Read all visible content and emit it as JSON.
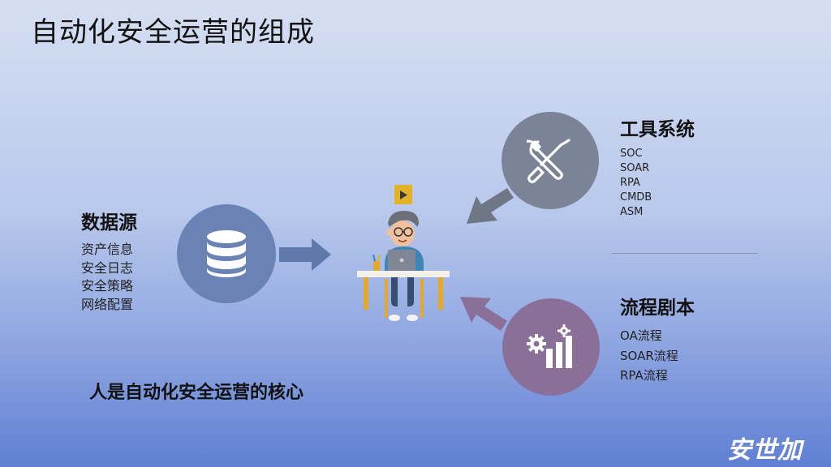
{
  "title": "自动化安全运营的组成",
  "data_source": {
    "heading": "数据源",
    "items": [
      "资产信息",
      "安全日志",
      "安全策略",
      "网络配置"
    ]
  },
  "tools": {
    "heading": "工具系统",
    "items": [
      "SOC",
      "SOAR",
      "RPA",
      "CMDB",
      "ASM"
    ]
  },
  "workflow": {
    "heading": "流程剧本",
    "items": [
      "OA流程",
      "SOAR流程",
      "RPA流程"
    ]
  },
  "slogan": "人是自动化安全运营的核心",
  "brand": "安世加",
  "icons": {
    "data_source": "database-icon",
    "tools": "wrench-screwdriver-icon",
    "workflow": "gear-bar-chart-icon",
    "person": "person-at-laptop-illustration",
    "play": "play-icon"
  },
  "colors": {
    "data_source_circle": "#6b82b4",
    "tools_circle": "#7a8496",
    "workflow_circle": "#8a6f99",
    "arrow_blue": "#6079ac",
    "arrow_gray": "#6f7786",
    "arrow_purple": "#8a6f99"
  }
}
